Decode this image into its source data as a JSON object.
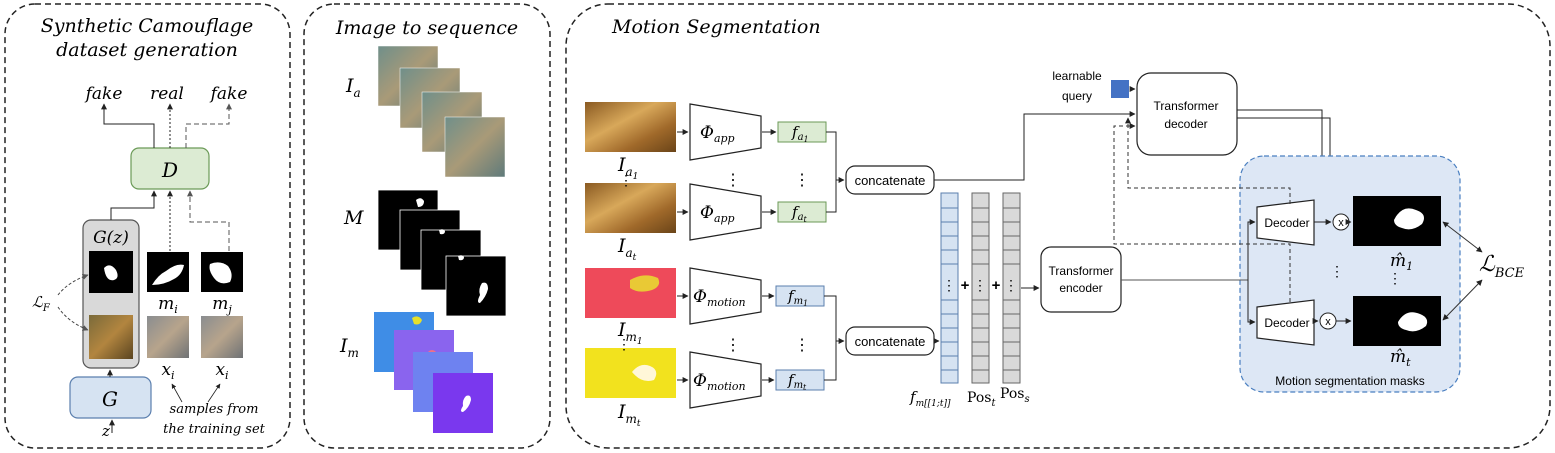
{
  "panels": {
    "synthetic": {
      "title_line1": "Synthetic Camouflage",
      "title_line2": "dataset generation"
    },
    "image_seq": {
      "title": "Image to sequence"
    },
    "motion_seg": {
      "title": "Motion Segmentation"
    }
  },
  "synthetic": {
    "out_fake_left": "fake",
    "out_real": "real",
    "out_fake_right": "fake",
    "discriminator": "D",
    "generator_output": "G(z)",
    "generator": "G",
    "noise": "z",
    "loss": "ℒ",
    "loss_sub": "F",
    "mask_i": "m",
    "mask_i_sub": "i",
    "mask_j": "m",
    "mask_j_sub": "j",
    "img_i": "x",
    "img_i_sub": "i",
    "img_j": "x",
    "img_j_sub": "i",
    "samples_line1": "samples from",
    "samples_line2": "the training set"
  },
  "image_seq": {
    "appearance": "I",
    "appearance_sub": "a",
    "mask": "M",
    "motion": "I",
    "motion_sub": "m"
  },
  "motion_seg": {
    "i_a1": "I",
    "i_a1_sub": "a",
    "i_a1_subsub": "1",
    "i_at": "I",
    "i_at_sub": "a",
    "i_at_subsub": "t",
    "i_m1": "I",
    "i_m1_sub": "m",
    "i_m1_subsub": "1",
    "i_mt": "I",
    "i_mt_sub": "m",
    "i_mt_subsub": "t",
    "phi_app_1": "Φ",
    "phi_app_1_sub": "app",
    "phi_app_t": "Φ",
    "phi_app_t_sub": "app",
    "phi_motion_1": "Φ",
    "phi_motion_1_sub": "motion",
    "phi_motion_t": "Φ",
    "phi_motion_t_sub": "motion",
    "f_a1": "f",
    "f_a1_sub": "a",
    "f_a1_subsub": "1",
    "f_at": "f",
    "f_at_sub": "a",
    "f_at_subsub": "t",
    "f_m1": "f",
    "f_m1_sub": "m",
    "f_m1_subsub": "1",
    "f_mt": "f",
    "f_mt_sub": "m",
    "f_mt_subsub": "t",
    "concat_top": "concatenate",
    "concat_bottom": "concatenate",
    "learnable_line1": "learnable",
    "learnable_line2": "query",
    "tdec_line1": "Transformer",
    "tdec_line2": "decoder",
    "tenc_line1": "Transformer",
    "tenc_line2": "encoder",
    "decoder_top": "Decoder",
    "decoder_bottom": "Decoder",
    "mult_symbol": "x",
    "plus": "+",
    "vdots": "⋮",
    "f_seq": "f",
    "f_seq_sub": "m[[1;t]]",
    "pos_t": "Pos",
    "pos_t_sub": "t",
    "pos_s": "Pos",
    "pos_s_sub": "s",
    "mhat_1": "m̂",
    "mhat_1_sub": "1",
    "mhat_t": "m̂",
    "mhat_t_sub": "t",
    "loss": "ℒ",
    "loss_sub": "BCE",
    "masks_caption": "Motion segmentation masks"
  },
  "colors": {
    "green_fill": "#dcebd3",
    "green_stroke": "#6b9a57",
    "blue_fill": "#d6e3f2",
    "blue_stroke": "#5b7fae",
    "gray_fill": "#d9d9d9",
    "seg_panel_fill": "#dde7f5",
    "seg_panel_stroke": "#4a7fc0",
    "query_square": "#4472c4"
  }
}
